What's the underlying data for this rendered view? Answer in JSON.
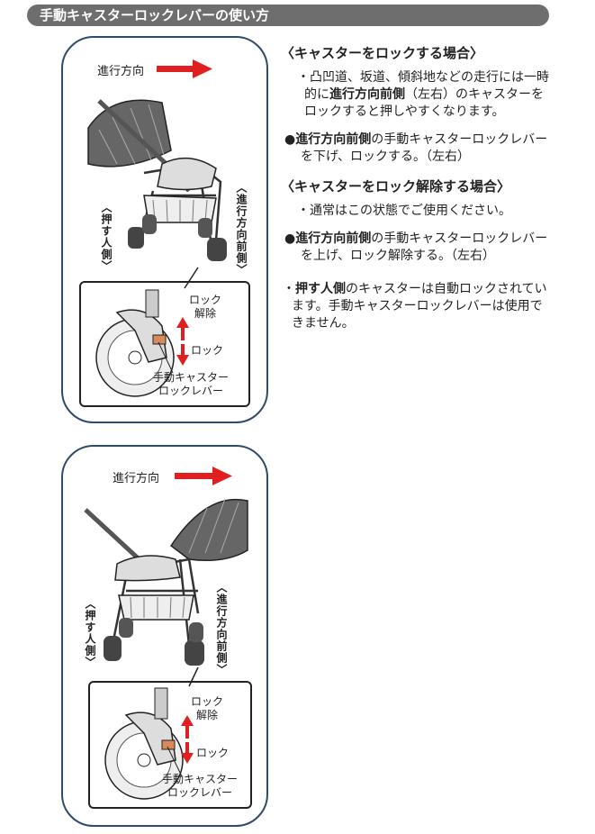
{
  "header": {
    "title": "手動キャスターロックレバーの使い方"
  },
  "panels": [
    {
      "direction_label": "進行方向",
      "push_side": "〈押す人側〉",
      "forward_side": "〈進行方向前側〉",
      "inset": {
        "unlock": "ロック\n解除",
        "lock": "ロック",
        "lever": "手動キャスター\nロックレバー"
      }
    },
    {
      "direction_label": "進行方向",
      "push_side": "〈押す人側〉",
      "forward_side": "〈進行方向前側〉",
      "inset": {
        "unlock": "ロック\n解除",
        "lock": "ロック",
        "lever": "手動キャスター\nロックレバー"
      }
    }
  ],
  "sections": {
    "lock": {
      "title": "〈キャスターをロックする場合〉",
      "note_prefix": "・凸凹道、坂道、傾斜地などの走行には一時的に",
      "note_bold": "進行方向前側",
      "note_suffix": "（左右）のキャスターをロックすると押しやすくなります。",
      "bullet_mark": "●",
      "bullet_bold": "進行方向前側",
      "bullet_suffix": "の手動キャスターロックレバーを下げ、ロックする。（左右）"
    },
    "unlock": {
      "title": "〈キャスターをロック解除する場合〉",
      "note": "・通常はこの状態でご使用ください。",
      "bullet_mark": "●",
      "bullet_bold": "進行方向前側",
      "bullet_suffix": "の手動キャスターロックレバーを上げ、ロック解除する。（左右）"
    },
    "footer": {
      "prefix": "・",
      "bold": "押す人側",
      "suffix": "のキャスターは自動ロックされています。手動キャスターロックレバーは使用できません。"
    }
  },
  "colors": {
    "arrow": "#e02020",
    "panel_border": "#2f4a6a",
    "header_bg": "#6e6e6e"
  }
}
